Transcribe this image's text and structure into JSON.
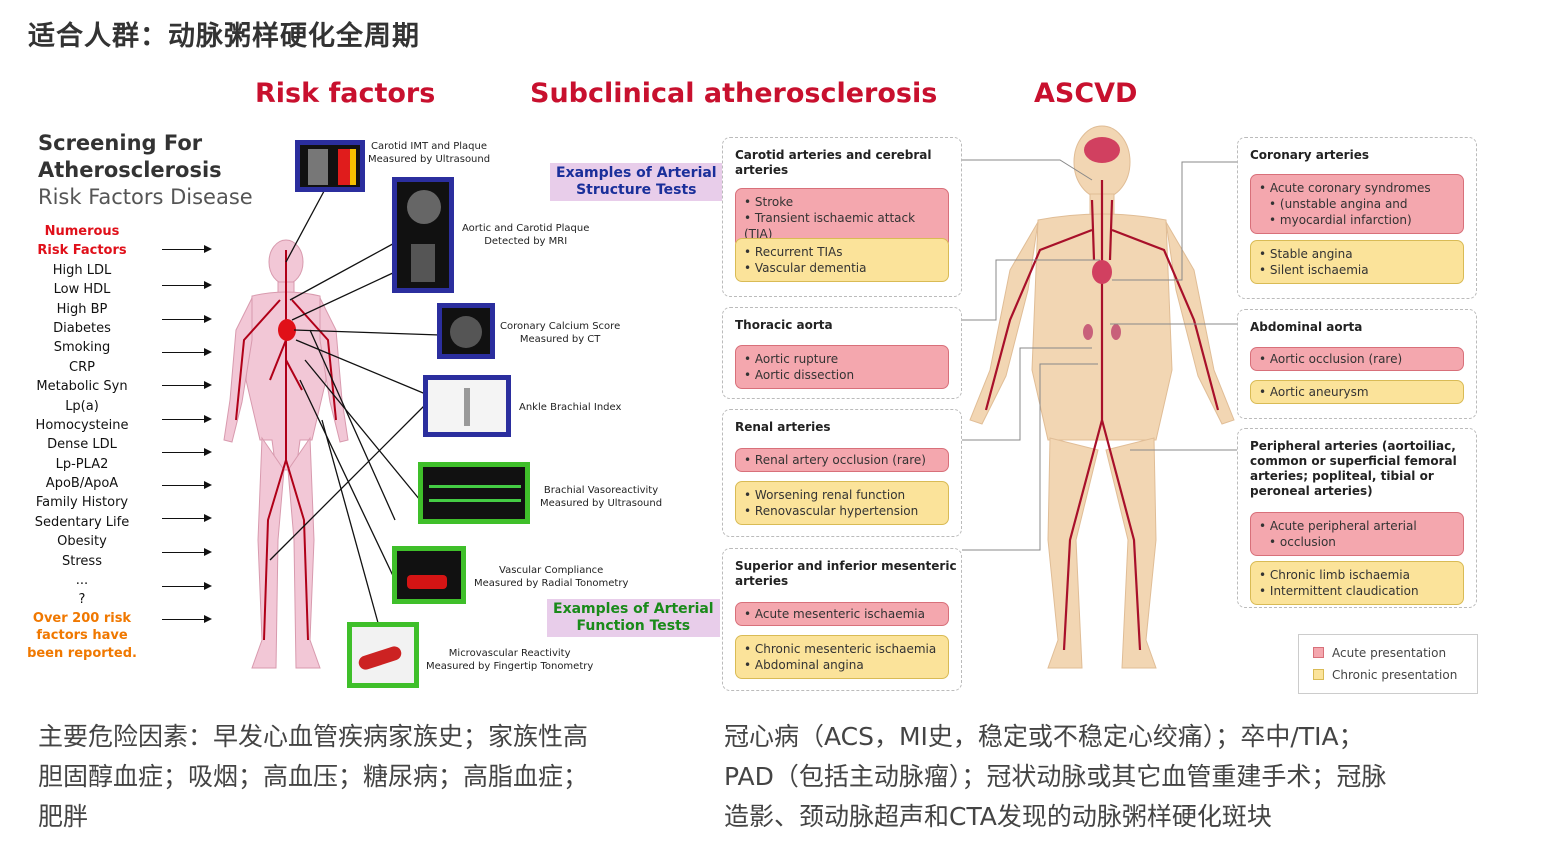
{
  "page_title": "适合人群：动脉粥样硬化全周期",
  "headers": {
    "risk": "Risk factors",
    "sub": "Subclinical atherosclerosis",
    "ascvd": "ASCVD"
  },
  "screening": {
    "line1": "Screening For",
    "line2": "Atherosclerosis",
    "line3": "Risk Factors Disease"
  },
  "risk_factors": {
    "header1": "Numerous",
    "header2": "Risk Factors",
    "items": [
      "High LDL",
      "Low HDL",
      "High BP",
      "Diabetes",
      "Smoking",
      "CRP",
      "Metabolic Syn",
      "Lp(a)",
      "Homocysteine",
      "Dense LDL",
      "Lp-PLA2",
      "ApoB/ApoA",
      "Family History",
      "Sedentary Life",
      "Obesity",
      "Stress",
      "...",
      "?"
    ],
    "footer": [
      "Over 200 risk",
      "factors have",
      "been reported."
    ]
  },
  "tests": [
    {
      "line1": "Carotid IMT and Plaque",
      "line2": "Measured by Ultrasound"
    },
    {
      "line1": "Aortic and Carotid Plaque",
      "line2": "Detected by MRI"
    },
    {
      "line1": "Coronary Calcium Score",
      "line2": "Measured by CT"
    },
    {
      "line1": "Ankle Brachial Index",
      "line2": ""
    },
    {
      "line1": "Brachial Vasoreactivity",
      "line2": "Measured by Ultrasound"
    },
    {
      "line1": "Vascular Compliance",
      "line2": "Measured by Radial Tonometry"
    },
    {
      "line1": "Microvascular Reactivity",
      "line2": "Measured by Fingertip Tonometry"
    }
  ],
  "examples": {
    "structure": [
      "Examples of Arterial",
      "Structure Tests"
    ],
    "function": [
      "Examples of Arterial",
      "Function Tests"
    ]
  },
  "ascvd": {
    "carotid": {
      "title": [
        "Carotid arteries and cerebral",
        "arteries"
      ],
      "acute": [
        "Stroke",
        "Transient ischaemic attack (TIA)"
      ],
      "chronic": [
        "Recurrent TIAs",
        "Vascular dementia"
      ]
    },
    "thoracic": {
      "title": [
        "Thoracic aorta"
      ],
      "acute": [
        "Aortic rupture",
        "Aortic dissection"
      ]
    },
    "renal": {
      "title": [
        "Renal arteries"
      ],
      "acute": [
        "Renal artery occlusion (rare)"
      ],
      "chronic": [
        "Worsening renal function",
        "Renovascular hypertension"
      ]
    },
    "mesenteric": {
      "title": [
        "Superior and inferior mesenteric",
        "arteries"
      ],
      "acute": [
        "Acute mesenteric ischaemia"
      ],
      "chronic": [
        "Chronic mesenteric ischaemia",
        "Abdominal angina"
      ]
    },
    "coronary": {
      "title": [
        "Coronary arteries"
      ],
      "acute": [
        "Acute coronary syndromes",
        "(unstable angina and",
        "myocardial infarction)"
      ],
      "chronic": [
        "Stable angina",
        "Silent ischaemia"
      ]
    },
    "abdominal": {
      "title": [
        "Abdominal aorta"
      ],
      "acute": [
        "Aortic occlusion (rare)"
      ],
      "chronic": [
        "Aortic aneurysm"
      ]
    },
    "peripheral": {
      "title": [
        "Peripheral arteries (aortoiliac,",
        "common or superficial femoral",
        "arteries; popliteal, tibial or",
        "peroneal arteries)"
      ],
      "acute": [
        "Acute peripheral arterial",
        "occlusion"
      ],
      "chronic": [
        "Chronic limb ischaemia",
        "Intermittent claudication"
      ]
    },
    "legend": {
      "acute": "Acute presentation",
      "chronic": "Chronic presentation"
    }
  },
  "colors": {
    "acute": "#f4a7ae",
    "chronic": "#fbe39a",
    "header_red": "#c8102e"
  },
  "bottom": {
    "left": [
      "主要危险因素：早发心血管疾病家族史；家族性高",
      "胆固醇血症；吸烟；高血压；糖尿病；高脂血症；",
      "肥胖"
    ],
    "right": [
      "冠心病（ACS，MI史，稳定或不稳定心绞痛）；卒中/TIA；",
      "PAD（包括主动脉瘤）；冠状动脉或其它血管重建手术；冠脉",
      "造影、颈动脉超声和CTA发现的动脉粥样硬化斑块"
    ]
  }
}
